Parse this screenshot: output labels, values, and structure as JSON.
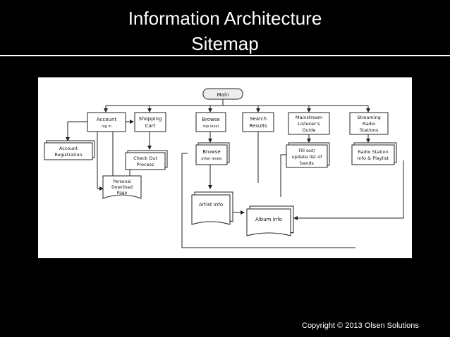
{
  "slide": {
    "title_line1": "Information Architecture",
    "title_line2": "Sitemap",
    "copyright": "Copyright © 2013 Olsen Solutions"
  },
  "diagram": {
    "main": "Main",
    "account": "Account",
    "account_sub": "log in",
    "shopping": [
      "Shopping",
      "Cart"
    ],
    "browse": "Browse",
    "browse_sub": "top level",
    "search": [
      "Search",
      "Results"
    ],
    "guide": [
      "Mainstream",
      "Listener's",
      "Guide"
    ],
    "streaming": [
      "Streaming",
      "Radio",
      "Stations"
    ],
    "registration": [
      "Account",
      "Registration"
    ],
    "checkout": [
      "Check Out",
      "Process"
    ],
    "browse_other": "Browse",
    "browse_other_sub": "other levels",
    "fillout": [
      "Fill out/",
      "update list of",
      "bands"
    ],
    "radio_info": [
      "Radio Station",
      "Info & Playlist"
    ],
    "download": [
      "Personal",
      "Download",
      "Page"
    ],
    "artist": "Artist Info",
    "album": "Album Info"
  }
}
